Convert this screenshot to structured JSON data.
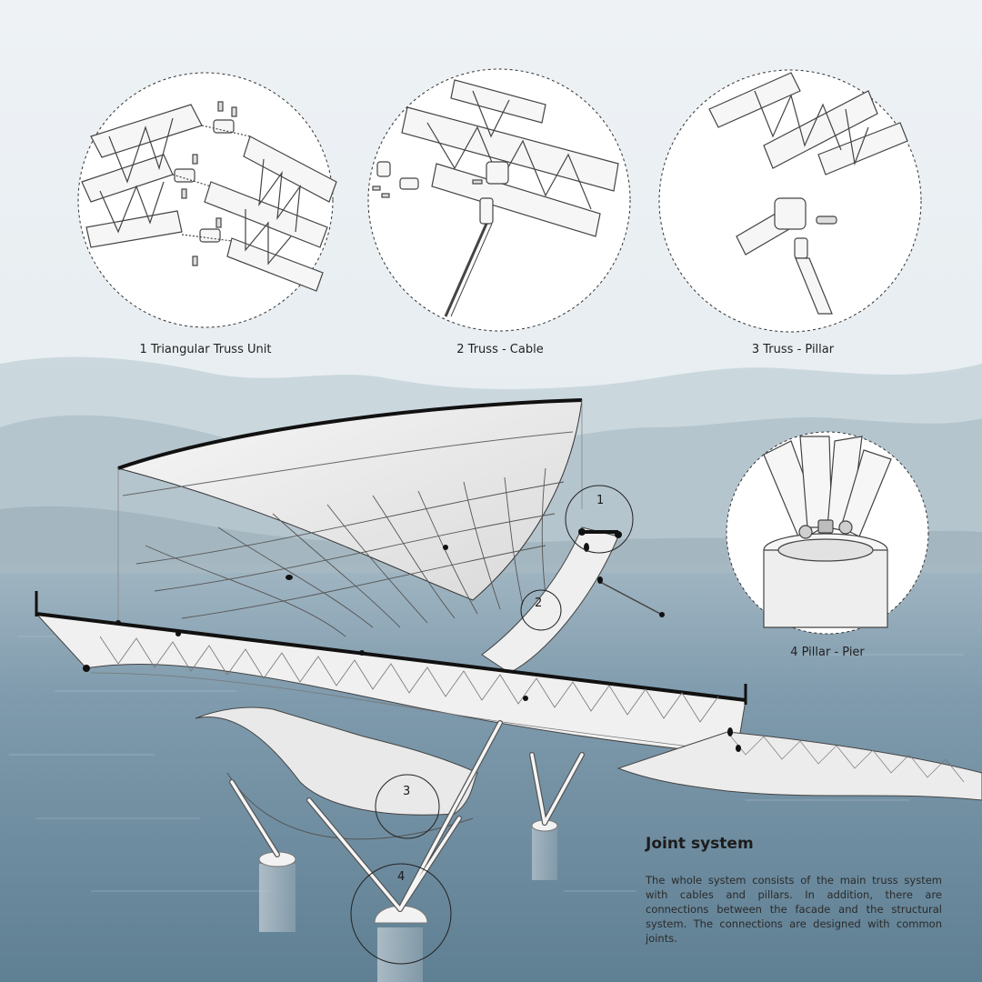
{
  "details": [
    {
      "number": "1",
      "label": "1 Triangular Truss Unit"
    },
    {
      "number": "2",
      "label": "2 Truss - Cable"
    },
    {
      "number": "3",
      "label": "3 Truss - Pillar"
    },
    {
      "number": "4",
      "label": "4 Pillar - Pier"
    }
  ],
  "joint_system": {
    "title": "Joint system",
    "body": "The whole system consists of the main truss system with cables and pillars. In addition, there are connections between the facade and the structural system. The connections are designed with common joints."
  },
  "colors": {
    "sky": "#e7edf1",
    "water": "#6f8fa3",
    "mountain": "#b6c7cf",
    "structure": "#f4f4f4",
    "line": "#2b2b2b"
  }
}
